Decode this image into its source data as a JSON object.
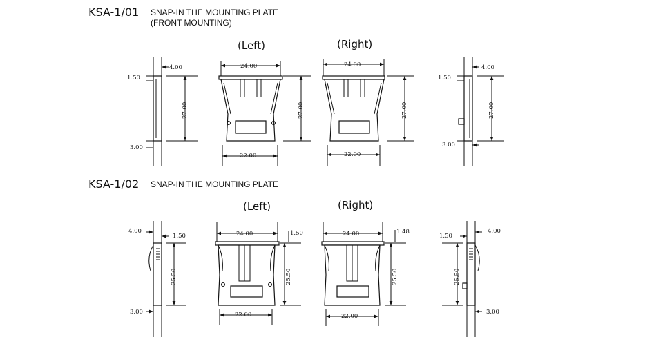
{
  "sections": [
    {
      "model": "KSA-1/01",
      "description": "SNAP-IN THE MOUNTING PLATE",
      "description_line2": "(FRONT MOUNTING)",
      "left_label": "(Left)",
      "right_label": "(Right)",
      "dims": {
        "thickness_top": "4.00",
        "offset_top": "1.50",
        "offset_bottom": "3.00",
        "width_top": "24.00",
        "height": "27.00",
        "width_bottom": "22.00"
      }
    },
    {
      "model": "KSA-1/02",
      "description": "SNAP-IN THE MOUNTING PLATE",
      "left_label": "(Left)",
      "right_label": "(Right)",
      "dims": {
        "thickness_top": "4.00",
        "offset_top": "1.50",
        "offset_top_right": "1.48",
        "offset_bottom": "3.00",
        "width_top": "24.00",
        "height": "25.50",
        "width_bottom": "22.00"
      }
    }
  ]
}
